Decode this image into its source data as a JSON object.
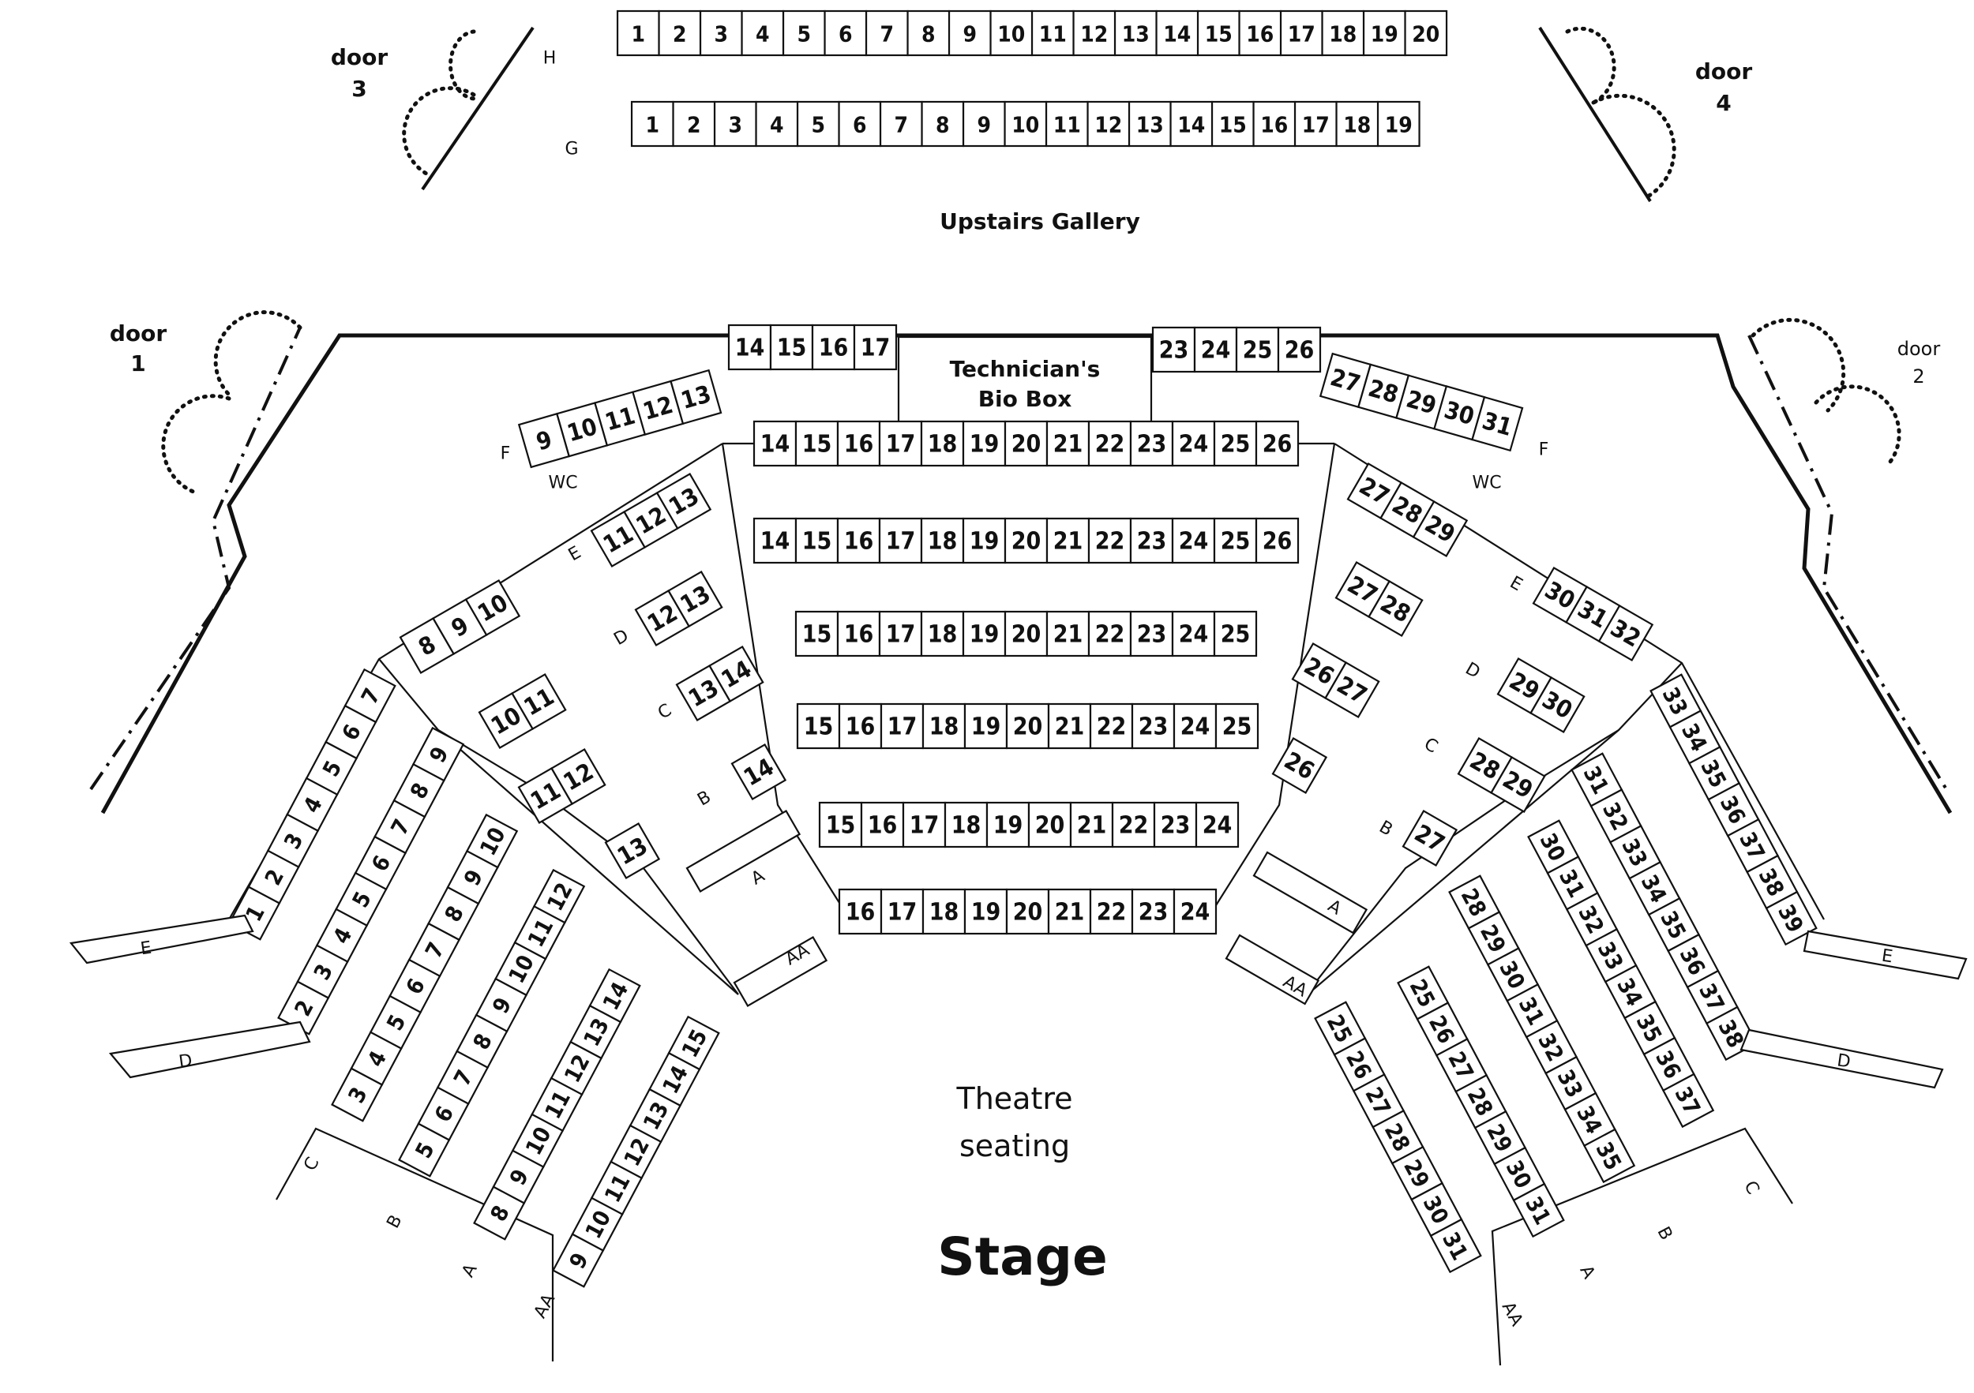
{
  "labels": {
    "door1": "door\n1",
    "door2": "door\n2",
    "door3": "door\n3",
    "door4": "door\n4",
    "gallery": "Upstairs Gallery",
    "bio_box_line1": "Technician's",
    "bio_box_line2": "Bio Box",
    "wc": "WC",
    "theatre_line1": "Theatre",
    "theatre_line2": "seating",
    "stage": "Stage"
  },
  "gallery_rows": [
    {
      "row": "H",
      "seats": [
        "1",
        "2",
        "3",
        "4",
        "5",
        "6",
        "7",
        "8",
        "9",
        "10",
        "11",
        "12",
        "13",
        "14",
        "15",
        "16",
        "17",
        "18",
        "19",
        "20"
      ]
    },
    {
      "row": "G",
      "seats": [
        "1",
        "2",
        "3",
        "4",
        "5",
        "6",
        "7",
        "8",
        "9",
        "10",
        "11",
        "12",
        "13",
        "14",
        "15",
        "16",
        "17",
        "18",
        "19"
      ]
    }
  ],
  "center_blocks": [
    {
      "row": "F",
      "seats_left": [
        "14",
        "15",
        "16",
        "17"
      ],
      "seats_right": [
        "23",
        "24",
        "25",
        "26"
      ]
    },
    {
      "row": "E",
      "seats": [
        "14",
        "15",
        "16",
        "17",
        "18",
        "19",
        "20",
        "21",
        "22",
        "23",
        "24",
        "25",
        "26"
      ]
    },
    {
      "row": "D",
      "seats": [
        "14",
        "15",
        "16",
        "17",
        "18",
        "19",
        "20",
        "21",
        "22",
        "23",
        "24",
        "25",
        "26"
      ]
    },
    {
      "row": "C",
      "seats": [
        "15",
        "16",
        "17",
        "18",
        "19",
        "20",
        "21",
        "22",
        "23",
        "24",
        "25"
      ]
    },
    {
      "row": "B",
      "seats": [
        "15",
        "16",
        "17",
        "18",
        "19",
        "20",
        "21",
        "22",
        "23",
        "24",
        "25"
      ]
    },
    {
      "row": "A",
      "seats": [
        "15",
        "16",
        "17",
        "18",
        "19",
        "20",
        "21",
        "22",
        "23",
        "24"
      ]
    },
    {
      "row": "AA",
      "seats": [
        "16",
        "17",
        "18",
        "19",
        "20",
        "21",
        "22",
        "23",
        "24"
      ]
    }
  ],
  "left_inner_rows": [
    {
      "row": "F",
      "seats": [
        "9",
        "10",
        "11",
        "12",
        "13"
      ]
    },
    {
      "row": "E",
      "seats_outer": [
        "8",
        "9",
        "10"
      ],
      "seats_inner": [
        "11",
        "12",
        "13"
      ]
    },
    {
      "row": "D",
      "seats_outer": [
        "10",
        "11"
      ],
      "seats_inner": [
        "12",
        "13"
      ]
    },
    {
      "row": "C",
      "seats_outer": [
        "11",
        "12"
      ],
      "seats_inner": [
        "13",
        "14"
      ]
    },
    {
      "row": "B",
      "seats_outer": [
        "13"
      ],
      "seats_inner": [
        "14"
      ]
    },
    {
      "row": "A",
      "seats": []
    },
    {
      "row": "AA",
      "seats": []
    }
  ],
  "right_inner_rows": [
    {
      "row": "F",
      "seats": [
        "27",
        "28",
        "29",
        "30",
        "31"
      ]
    },
    {
      "row": "E",
      "seats_inner": [
        "27",
        "28",
        "29"
      ],
      "seats_outer": [
        "30",
        "31",
        "32"
      ]
    },
    {
      "row": "D",
      "seats_inner": [
        "27",
        "28"
      ],
      "seats_outer": [
        "29",
        "30"
      ]
    },
    {
      "row": "C",
      "seats_inner": [
        "26",
        "27"
      ],
      "seats_outer": [
        "28",
        "29"
      ]
    },
    {
      "row": "B",
      "seats_inner": [
        "26"
      ],
      "seats_outer": [
        "27"
      ]
    },
    {
      "row": "A",
      "seats": []
    },
    {
      "row": "AA",
      "seats": []
    }
  ],
  "left_wing_rows": [
    {
      "row": "E",
      "seats": [
        "1",
        "2",
        "3",
        "4",
        "5",
        "6",
        "7"
      ]
    },
    {
      "row": "D",
      "seats": [
        "2",
        "3",
        "4",
        "5",
        "6",
        "7",
        "8",
        "9"
      ]
    },
    {
      "row": "C",
      "seats": [
        "3",
        "4",
        "5",
        "6",
        "7",
        "8",
        "9",
        "10"
      ]
    },
    {
      "row": "B",
      "seats": [
        "5",
        "6",
        "7",
        "8",
        "9",
        "10",
        "11",
        "12"
      ]
    },
    {
      "row": "A",
      "seats": [
        "8",
        "9",
        "10",
        "11",
        "12",
        "13",
        "14"
      ]
    },
    {
      "row": "AA",
      "seats": [
        "9",
        "10",
        "11",
        "12",
        "13",
        "14",
        "15"
      ]
    }
  ],
  "right_wing_rows": [
    {
      "row": "E",
      "seats": [
        "33",
        "34",
        "35",
        "36",
        "37",
        "38",
        "39"
      ]
    },
    {
      "row": "D",
      "seats": [
        "31",
        "32",
        "33",
        "34",
        "35",
        "36",
        "37",
        "38"
      ]
    },
    {
      "row": "C",
      "seats": [
        "30",
        "31",
        "32",
        "33",
        "34",
        "35",
        "36",
        "37"
      ]
    },
    {
      "row": "B",
      "seats": [
        "28",
        "29",
        "30",
        "31",
        "32",
        "33",
        "34",
        "35"
      ]
    },
    {
      "row": "A",
      "seats": [
        "25",
        "26",
        "27",
        "28",
        "29",
        "30",
        "31"
      ]
    },
    {
      "row": "AA",
      "seats": [
        "25",
        "26",
        "27",
        "28",
        "29",
        "30",
        "31"
      ]
    }
  ]
}
